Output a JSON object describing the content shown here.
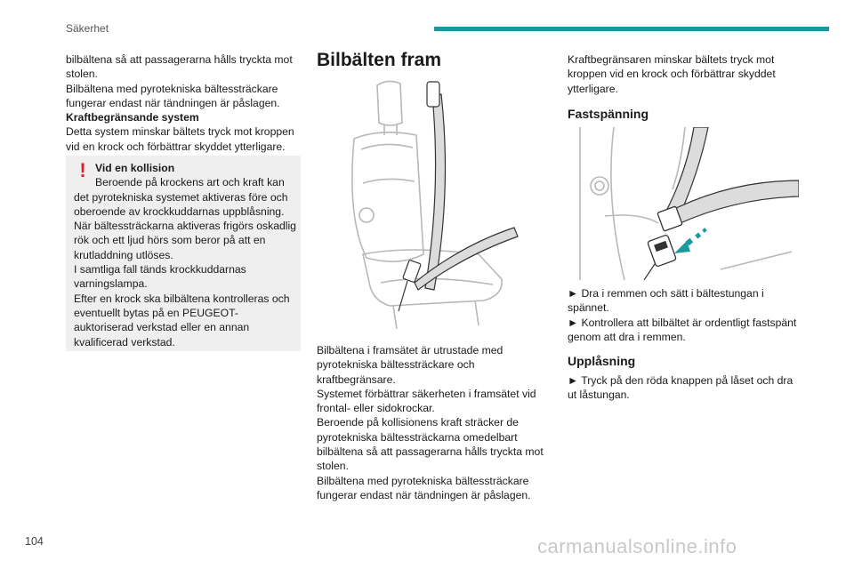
{
  "header": {
    "section": "Säkerhet"
  },
  "col1": {
    "p1": "bilbältena så att passagerarna hålls tryckta mot stolen.",
    "p2": "Bilbältena med pyrotekniska bältessträckare fungerar endast när tändningen är påslagen.",
    "subheading": "Kraftbegränsande system",
    "p3": "Detta system minskar bältets tryck mot kroppen vid en krock och förbättrar skyddet ytterligare."
  },
  "warning": {
    "title": "Vid en kollision",
    "first": "Beroende på krockens art och kraft kan",
    "rest": "det pyrotekniska systemet aktiveras före och oberoende av krockkuddarnas uppblåsning. När bältessträckarna aktiveras frigörs oskadlig rök och ett ljud hörs som beror på att en krutladdning utlöses.",
    "p2": "I samtliga fall tänds krockkuddarnas varningslampa.",
    "p3": "Efter en krock ska bilbältena kontrolleras och eventuellt bytas på en PEUGEOT-auktoriserad verkstad eller en annan kvalificerad verkstad."
  },
  "col2": {
    "heading": "Bilbälten fram",
    "p1": "Bilbältena i framsätet är utrustade med pyrotekniska bältessträckare och kraftbegränsare.",
    "p2": "Systemet förbättrar säkerheten i framsätet vid frontal- eller sidokrockar.",
    "p3": "Beroende på kollisionens kraft sträcker de pyrotekniska bältessträckarna omedelbart bilbältena så att passagerarna hålls tryckta mot stolen.",
    "p4": "Bilbältena med pyrotekniska bältessträckare fungerar endast när tändningen är påslagen."
  },
  "col3": {
    "p1": "Kraftbegränsaren minskar bältets tryck mot kroppen vid en krock och förbättrar skyddet ytterligare.",
    "fast_heading": "Fastspänning",
    "step1": "► Dra i remmen och sätt i bältestungan i spännet.",
    "step2": "► Kontrollera att bilbältet är ordentligt fastspänt genom att dra i remmen.",
    "upp_heading": "Upplåsning",
    "step3": "► Tryck på den röda knappen på låset och dra ut låstungan."
  },
  "footer": {
    "page": "104",
    "watermark": "carmanualsonline.info"
  },
  "colors": {
    "accent": "#1a9aa0",
    "warning_mark": "#d2232a",
    "warning_bg": "#efefef",
    "arrow": "#1a9aa0"
  }
}
